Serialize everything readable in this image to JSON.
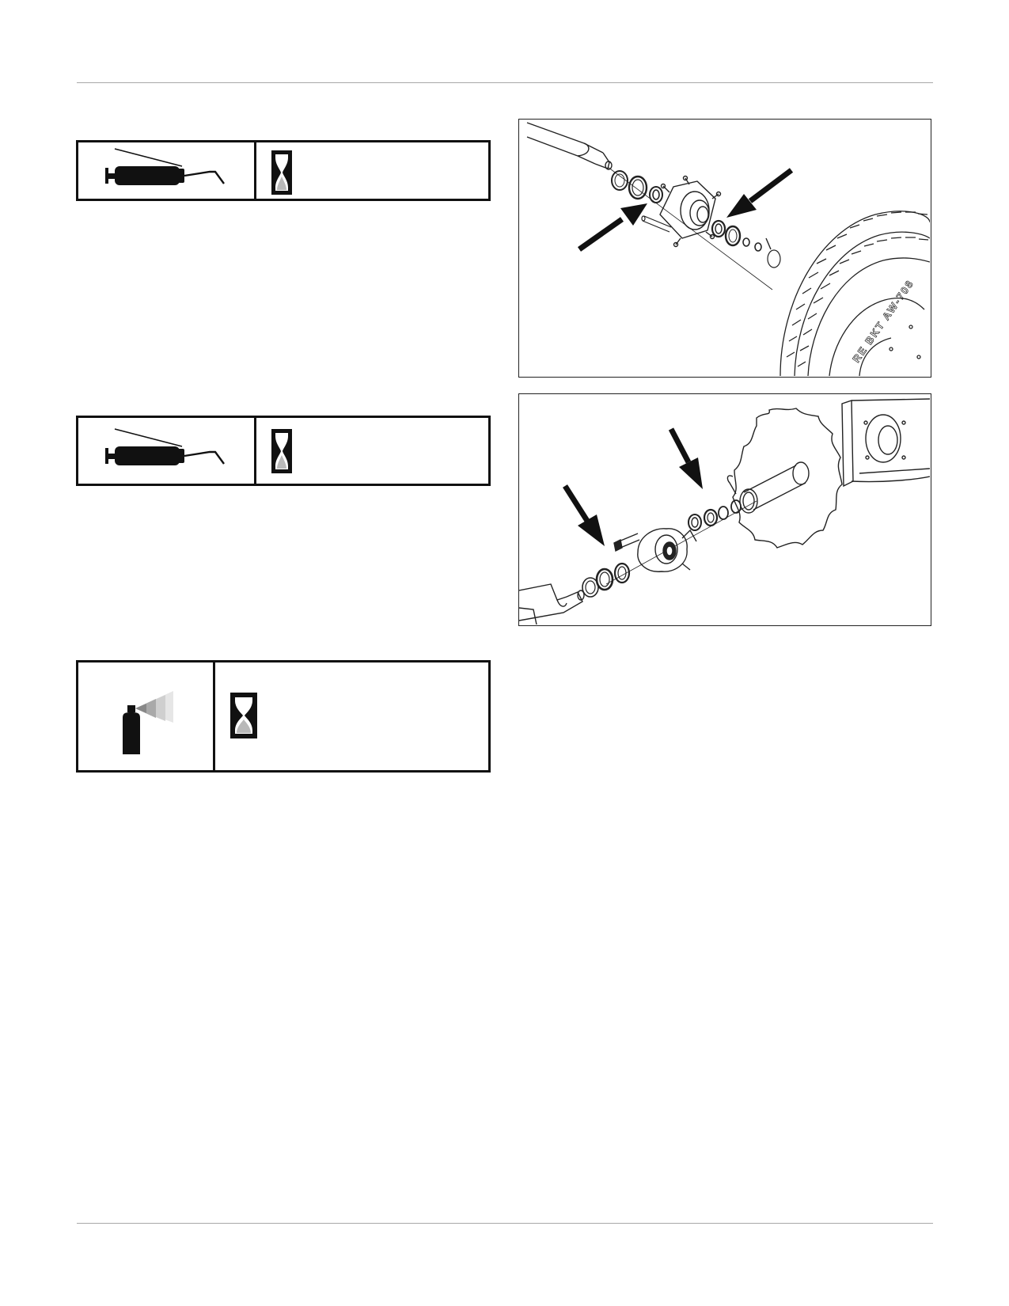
{
  "page": {
    "background": "#ffffff",
    "rule_color": "#a8a8a8",
    "ink": "#111111"
  },
  "lube_cards": [
    {
      "lubricant_icon": "grease-gun-icon",
      "interval_icon": "hourglass-icon"
    },
    {
      "lubricant_icon": "grease-gun-icon",
      "interval_icon": "hourglass-icon"
    },
    {
      "lubricant_icon": "spray-can-icon",
      "interval_icon": "hourglass-icon"
    }
  ],
  "figures": [
    {
      "subject": "wheel-hub-bearing-exploded",
      "tire_marking": "RE BKT AW-708"
    },
    {
      "subject": "disc-hub-bearing-exploded"
    }
  ]
}
